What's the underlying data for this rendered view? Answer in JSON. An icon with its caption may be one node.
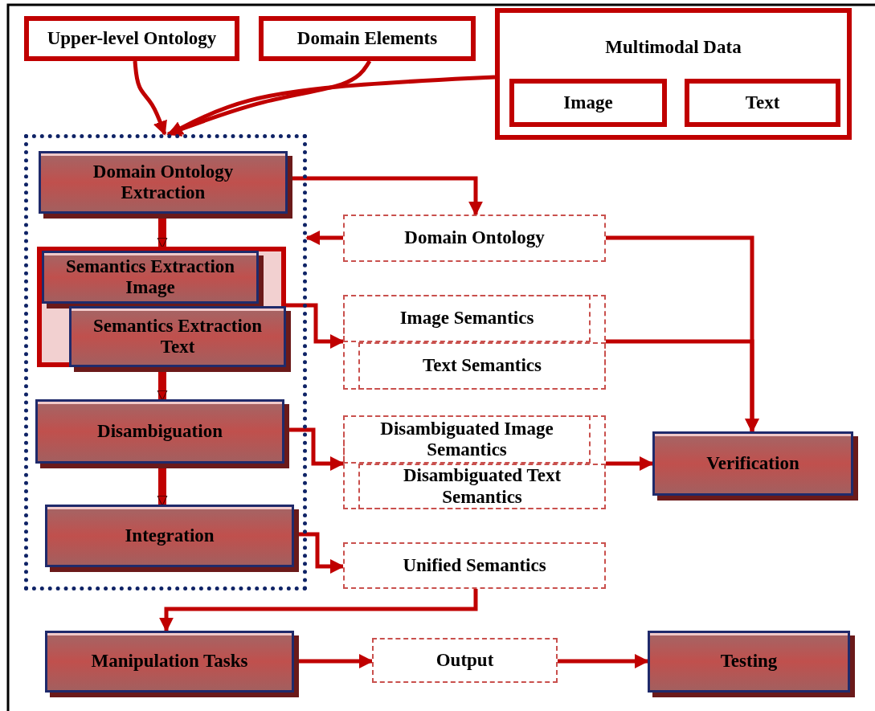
{
  "diagram": {
    "nodes": [
      {
        "text": [
          "Upper-level Ontology"
        ]
      },
      {
        "text": [
          "Domain Elements"
        ]
      },
      {
        "text": [
          "Multimodal Data"
        ]
      },
      {
        "text": [
          "Image"
        ],
        "in": 2
      },
      {
        "text": [
          "Text"
        ],
        "in": 2
      },
      {
        "text": [],
        "shape": "box"
      },
      {
        "text": [
          "Domain Ontology Extraction"
        ],
        "in": 5
      },
      {
        "text": [],
        "shape": "box",
        "in": 5
      },
      {
        "text": [
          "Semantics Extraction Image"
        ],
        "in": 7
      },
      {
        "text": [
          "Semantics Extraction Text"
        ],
        "in": 7
      },
      {
        "text": [
          "Disambiguation"
        ],
        "in": 5
      },
      {
        "text": [
          "Integration"
        ],
        "in": 5
      },
      {
        "text": [
          "Domain Ontology"
        ]
      },
      {
        "text": [],
        "shape": "box"
      },
      {
        "text": [
          "Image Semantics"
        ],
        "in": 13
      },
      {
        "text": [
          "Text Semantics"
        ],
        "in": 13
      },
      {
        "text": [],
        "shape": "box"
      },
      {
        "text": [
          "Disambiguated Image Semantics"
        ],
        "in": 16
      },
      {
        "text": [
          "Disambiguated Text Semantics"
        ],
        "in": 16
      },
      {
        "text": [
          "Unified Semantics"
        ]
      },
      {
        "text": [
          "Verification"
        ]
      },
      {
        "text": [
          "Manipulation Tasks"
        ]
      },
      {
        "text": [
          "Output"
        ]
      },
      {
        "text": [
          "Testing"
        ]
      }
    ],
    "edges": [
      {
        "from": 0,
        "to": 5,
        "arrow": "to"
      },
      {
        "from": 1,
        "to": 5,
        "arrow": "to"
      },
      {
        "from": 2,
        "to": 5,
        "arrow": "to"
      },
      {
        "from": 6,
        "to": 7,
        "arrow": "to",
        "style": "thick"
      },
      {
        "from": 7,
        "to": 10,
        "arrow": "to",
        "style": "thick"
      },
      {
        "from": 10,
        "to": 11,
        "arrow": "to",
        "style": "thick"
      },
      {
        "from": 6,
        "to": 12,
        "arrow": "to"
      },
      {
        "from": 12,
        "to": 5,
        "arrow": "to"
      },
      {
        "from": 7,
        "to": 13,
        "arrow": "to"
      },
      {
        "from": 12,
        "to": 20,
        "arrow": "to"
      },
      {
        "from": 13,
        "to": 20,
        "arrow": "to"
      },
      {
        "from": 10,
        "to": 16,
        "arrow": "to"
      },
      {
        "from": 16,
        "to": 20,
        "arrow": "to"
      },
      {
        "from": 11,
        "to": 19,
        "arrow": "to"
      },
      {
        "from": 19,
        "to": 21,
        "arrow": "to"
      },
      {
        "from": 21,
        "to": 22,
        "arrow": "to"
      },
      {
        "from": 22,
        "to": 23,
        "arrow": "to"
      }
    ]
  }
}
